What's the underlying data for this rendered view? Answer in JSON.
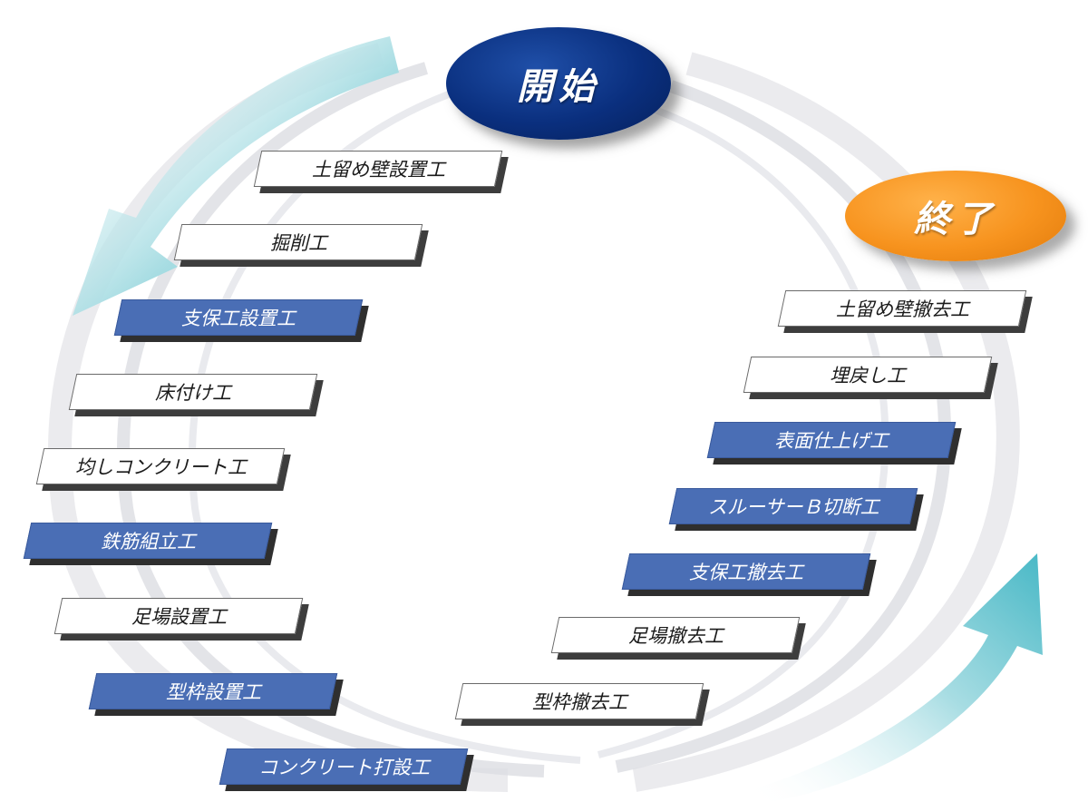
{
  "start": {
    "label": "開始",
    "color": "#0a2f7e"
  },
  "end": {
    "label": "終了",
    "color": "#f7931e"
  },
  "colors": {
    "highlight_step": "#4a6eb5",
    "plain_step": "#ffffff",
    "arrow": "#5cc6d0"
  },
  "left_steps": [
    {
      "label": "土留め壁設置工",
      "style": "white"
    },
    {
      "label": "掘削工",
      "style": "white"
    },
    {
      "label": "支保工設置工",
      "style": "blue"
    },
    {
      "label": "床付け工",
      "style": "white"
    },
    {
      "label": "均しコンクリート工",
      "style": "white"
    },
    {
      "label": "鉄筋組立工",
      "style": "blue"
    },
    {
      "label": "足場設置工",
      "style": "white"
    },
    {
      "label": "型枠設置工",
      "style": "blue"
    },
    {
      "label": "コンクリート打設工",
      "style": "blue"
    }
  ],
  "right_steps": [
    {
      "label": "型枠撤去工",
      "style": "white"
    },
    {
      "label": "足場撤去工",
      "style": "white"
    },
    {
      "label": "支保工撤去工",
      "style": "blue"
    },
    {
      "label": "スルーサーＢ切断工",
      "style": "blue"
    },
    {
      "label": "表面仕上げ工",
      "style": "blue"
    },
    {
      "label": "埋戻し工",
      "style": "white"
    },
    {
      "label": "土留め壁撤去工",
      "style": "white"
    }
  ]
}
